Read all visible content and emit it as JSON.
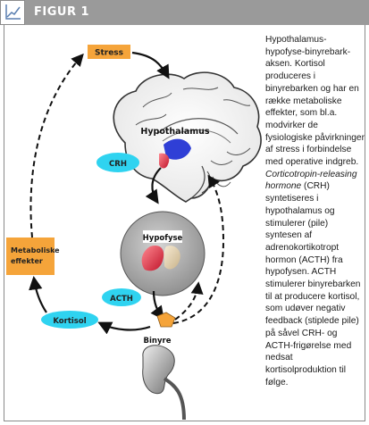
{
  "header": {
    "title": "FIGUR 1",
    "icon": "line-chart-icon"
  },
  "labels": {
    "stress": "Stress",
    "hypothalamus": "Hypothalamus",
    "crh": "CRH",
    "hypofyse": "Hypofyse",
    "acth": "ACTH",
    "kortisol": "Kortisol",
    "binyre": "Binyre",
    "metaboliske_line1": "Metaboliske",
    "metaboliske_line2": "effekter"
  },
  "caption": {
    "part1": "Hypothalamus-hypofyse-binyrebark-aksen. Kortisol produceres i binyrebarken og har en række metaboliske effekter, som bl.a. modvirker de fysiologiske påvirkninger af stress i forbindelse med operative indgreb. ",
    "italic": "Corticotropin-releasing hormone",
    "part2": " (CRH) syntetiseres i hypothalamus og stimulerer (pile) syntesen af adrenokortikotropt hormon (ACTH) fra hypofysen. ACTH stimulerer binyrebarken til at producere kortisol, som udøver negativ feedback (stiplede pile) på såvel CRH- og ACTH-frigørelse med nedsat kortisolproduktion til følge."
  },
  "colors": {
    "orange": "#f5a43a",
    "cyan": "#2fd3f0",
    "header_gray": "#9a9a9a",
    "hypothalamus_blue": "#2f3fd6",
    "pituitary_red": "#e0283c"
  }
}
